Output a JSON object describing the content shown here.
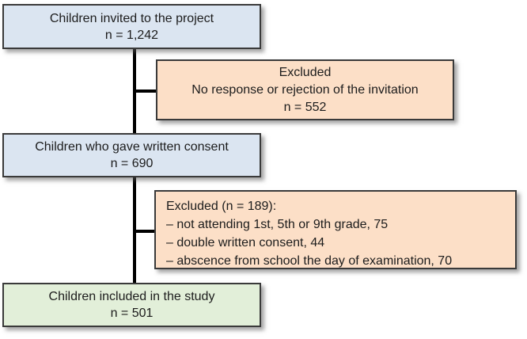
{
  "colors": {
    "box_blue": "#dbe5f1",
    "box_peach": "#fcdfc7",
    "box_green": "#e2efd9",
    "box_border": "#3a3a3a",
    "connector": "#000000",
    "text": "#1c1c1c"
  },
  "boxes": {
    "invited": {
      "title": "Children invited to the project",
      "count": "n = 1,242"
    },
    "excluded1": {
      "title": "Excluded",
      "reason": "No response or rejection of the invitation",
      "count": "n = 552"
    },
    "consent": {
      "title": "Children who gave written consent",
      "count": "n = 690"
    },
    "excluded2": {
      "heading": "Excluded (n = 189):",
      "items": [
        "– not attending 1st, 5th or 9th grade, 75",
        "– double written consent, 44",
        "– abscence from school the day of examination, 70"
      ]
    },
    "included": {
      "title": "Children included in the study",
      "count": "n = 501"
    }
  }
}
